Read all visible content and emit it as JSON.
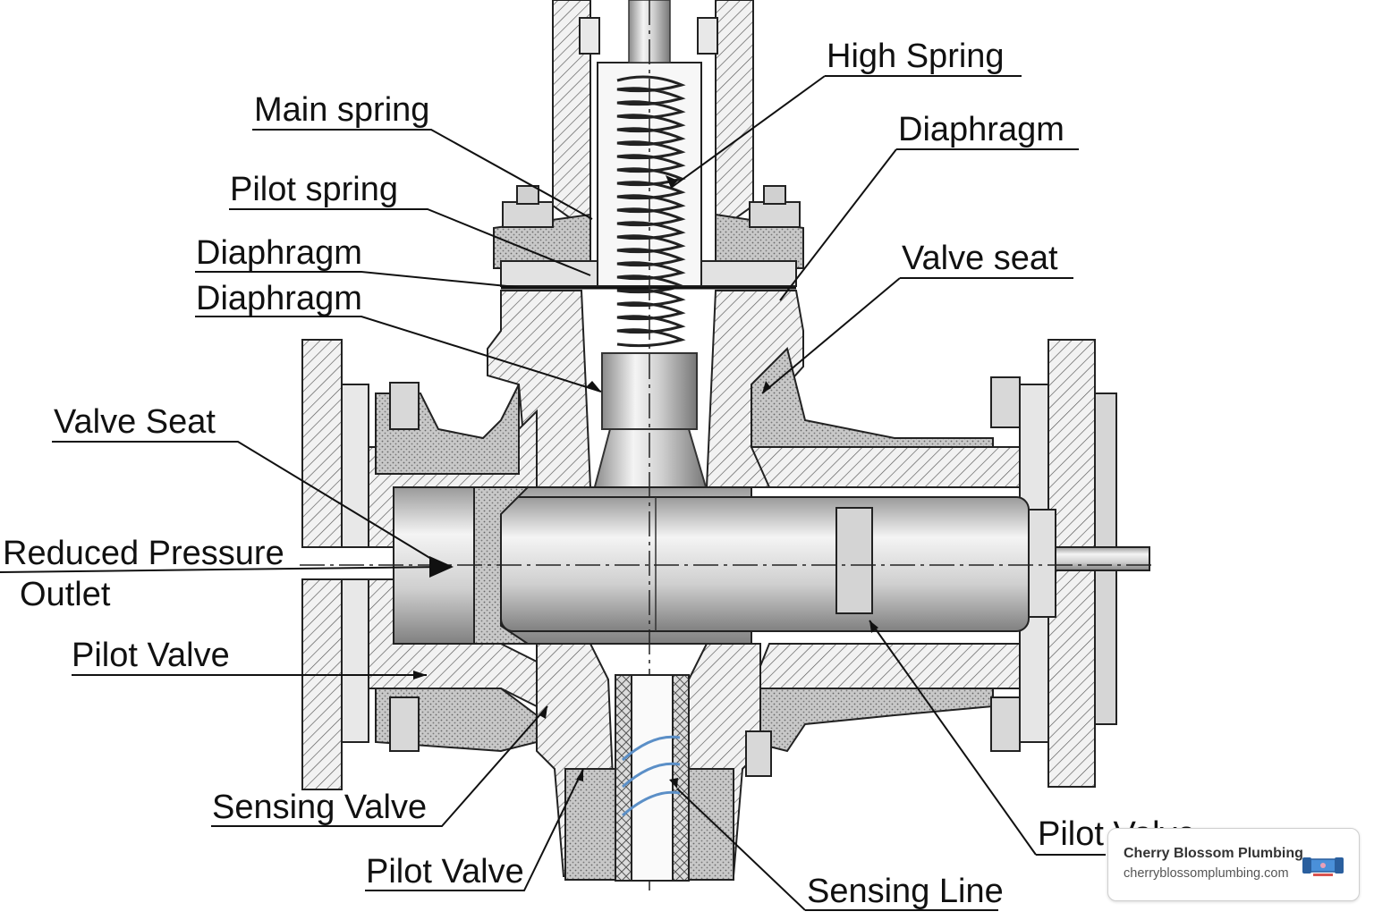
{
  "labels": {
    "high_spring": "High Spring",
    "main_spring": "Main spring",
    "diaphragm_right": "Diaphragm",
    "pilot_spring": "Pilot spring",
    "diaphragm_left_1": "Diaphragm",
    "diaphragm_left_2": "Diaphragm",
    "valve_seat_right": "Valve seat",
    "valve_seat_left": "Valve Seat",
    "reduced_pressure_1": "Reduced Pressure",
    "reduced_pressure_2": "Outlet",
    "pilot_valve_left": "Pilot Valve",
    "sensing_valve": "Sensing Valve",
    "pilot_valve_bottom": "Pilot Valve",
    "sensing_line": "Sensing Line",
    "pilot_valve_right": "Pilot Valve"
  },
  "watermark": {
    "title": "Cherry Blossom Plumbing",
    "url": "cherryblossomplumbing.com"
  },
  "colors": {
    "ink": "#111111",
    "metal": "#e6e6e6",
    "casting": "#cfcfcf",
    "sensing_coil": "#5b8fc7"
  }
}
